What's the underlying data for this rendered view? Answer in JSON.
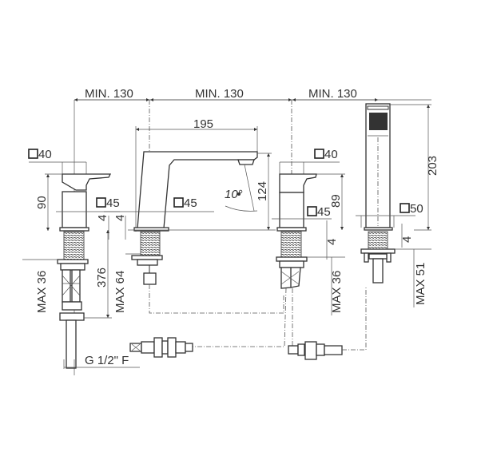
{
  "drawing": {
    "spacing_labels": [
      "MIN. 130",
      "MIN. 130",
      "MIN. 130"
    ],
    "spout": {
      "reach": "195",
      "height": "124",
      "angle": "10°",
      "base": "45"
    },
    "left_mixer": {
      "top": "40",
      "height": "90",
      "base": "45",
      "plate": "4",
      "shank": "MAX 36",
      "hose_length": "376"
    },
    "spout_shank": {
      "plate": "4",
      "shank": "MAX 64"
    },
    "right_mixer": {
      "top": "40",
      "height": "89",
      "base": "45",
      "plate": "4",
      "shank": "MAX 36"
    },
    "hand_shower": {
      "height": "203",
      "base": "50",
      "plate": "4",
      "shank": "MAX 51"
    },
    "connection": "G 1/2\" F"
  }
}
